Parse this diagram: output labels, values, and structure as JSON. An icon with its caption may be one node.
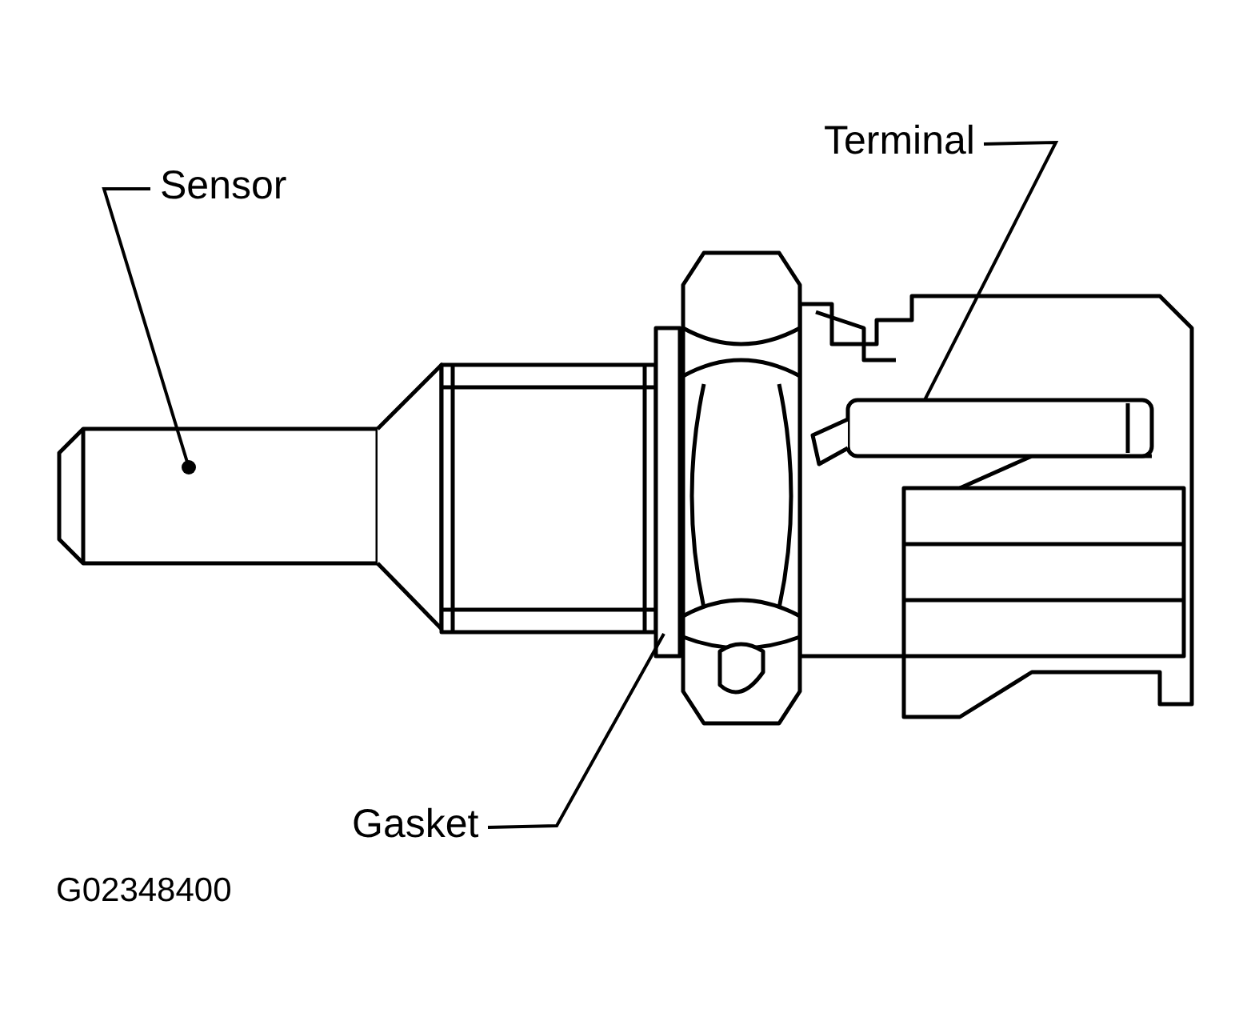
{
  "diagram": {
    "nodes": [
      {
        "text": [
          "Sensor"
        ]
      },
      {
        "text": [
          "Terminal"
        ]
      },
      {
        "text": [
          "Gasket"
        ]
      }
    ],
    "edges": [
      {
        "from": 0,
        "to": null,
        "arrow": "other"
      },
      {
        "from": 1,
        "to": null,
        "arrow": "none"
      },
      {
        "from": 2,
        "to": null,
        "arrow": "none"
      }
    ],
    "labels": [
      "G02348400"
    ]
  }
}
